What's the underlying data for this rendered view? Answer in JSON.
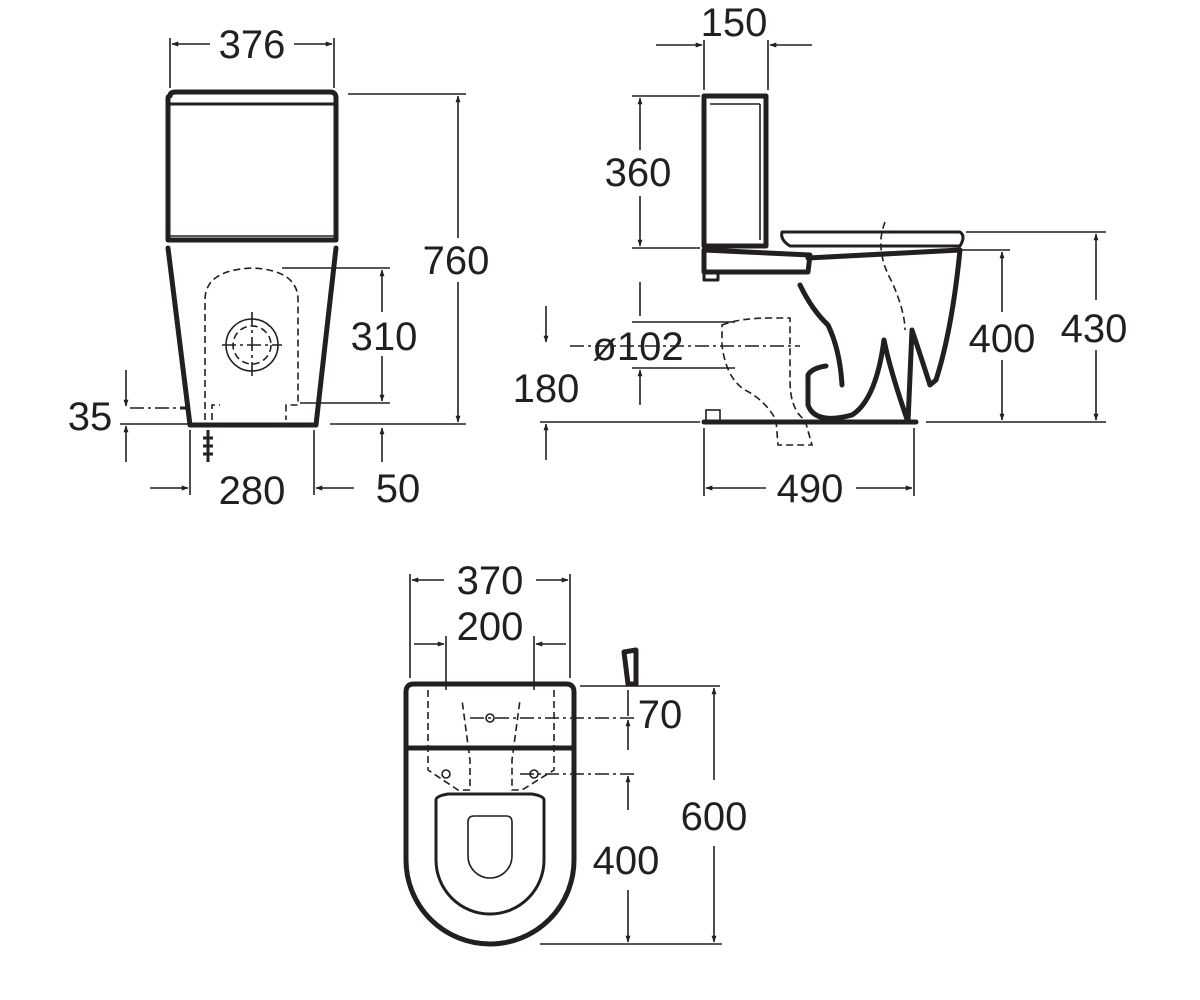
{
  "views": {
    "front": {
      "width": "376",
      "height": "760",
      "outlet_height": "310",
      "inlet_height": "35",
      "base_width": "280",
      "offset": "50"
    },
    "side": {
      "tank_depth": "150",
      "tank_height": "360",
      "seat_height": "400",
      "lid_height": "430",
      "outlet_diameter": "ø102",
      "outlet_height": "180",
      "depth": "490"
    },
    "top": {
      "width": "370",
      "fixing_spacing": "200",
      "fixing_offset": "70",
      "seat_length": "400",
      "length": "600"
    }
  }
}
